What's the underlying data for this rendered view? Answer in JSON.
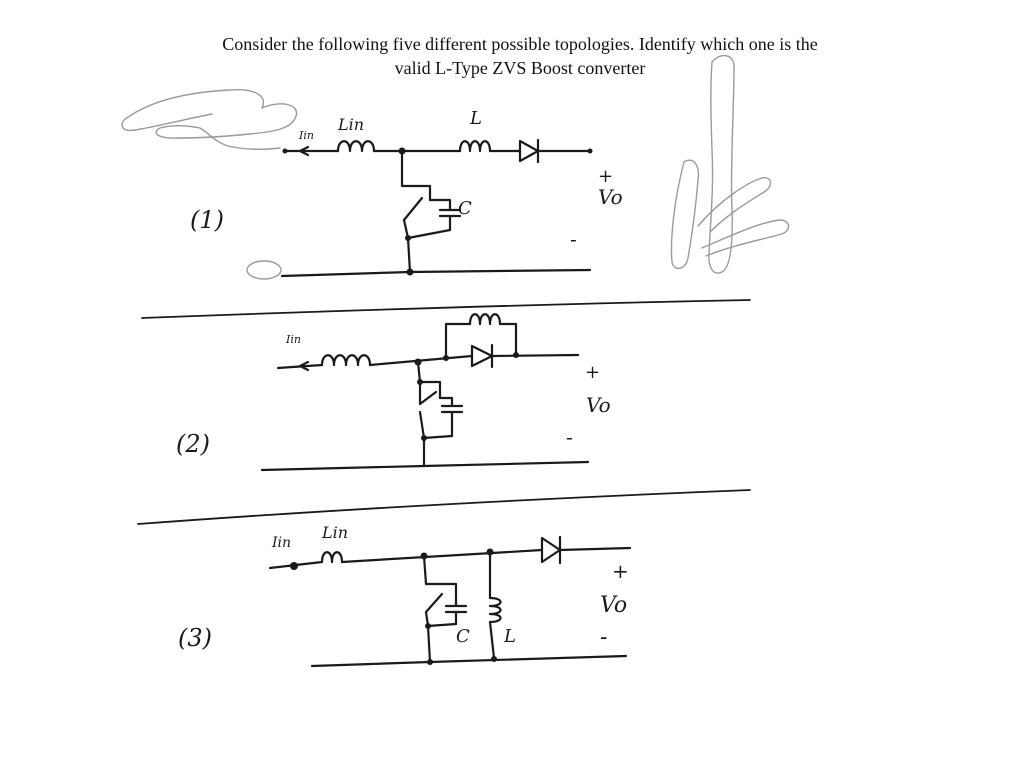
{
  "title": {
    "line1": "Consider the following five different possible topologies. Identify which one is the",
    "line2": "valid L-Type ZVS Boost converter"
  },
  "circuits": [
    {
      "number": "(1)",
      "labels": {
        "iin": "Iin",
        "lin": "Lin",
        "l": "L",
        "c": "C",
        "plus": "+",
        "vo": "Vo",
        "minus": "-"
      }
    },
    {
      "number": "(2)",
      "labels": {
        "iin": "Iin",
        "plus": "+",
        "vo": "Vo",
        "minus": "-"
      }
    },
    {
      "number": "(3)",
      "labels": {
        "iin": "Iin",
        "lin": "Lin",
        "c": "C",
        "l": "L",
        "plus": "+",
        "vo": "Vo",
        "minus": "-"
      }
    }
  ]
}
